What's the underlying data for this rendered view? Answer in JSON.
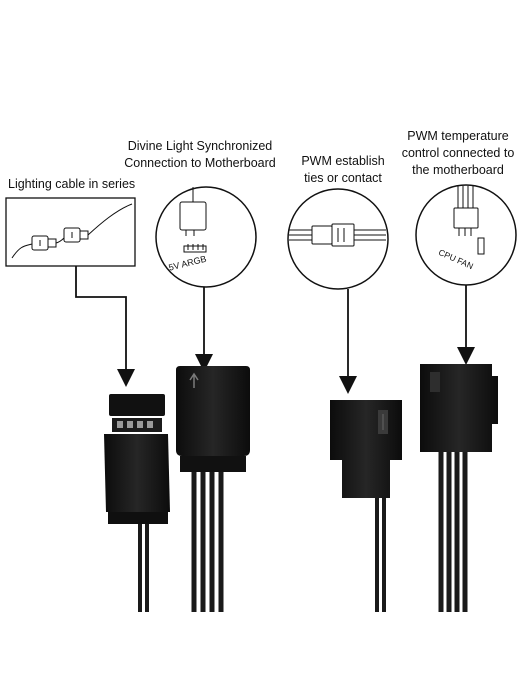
{
  "captions": {
    "series": "Lighting cable in series",
    "argb_line1": "Divine Light Synchronized",
    "argb_line2": "Connection to Motherboard",
    "pwm_tie_line1": "PWM establish",
    "pwm_tie_line2": "ties or contact",
    "pwm_temp_line1": "PWM temperature",
    "pwm_temp_line2": "control connected to",
    "pwm_temp_line3": "the motherboard"
  },
  "labels": {
    "argb_header": "5V ARGB",
    "cpu_fan": "CPU FAN"
  },
  "colors": {
    "ink": "#111111",
    "connector_body": "#141414",
    "connector_highlight": "#3a3a3a",
    "cable": "#1a1a1a",
    "pin": "#9a9a9a"
  }
}
